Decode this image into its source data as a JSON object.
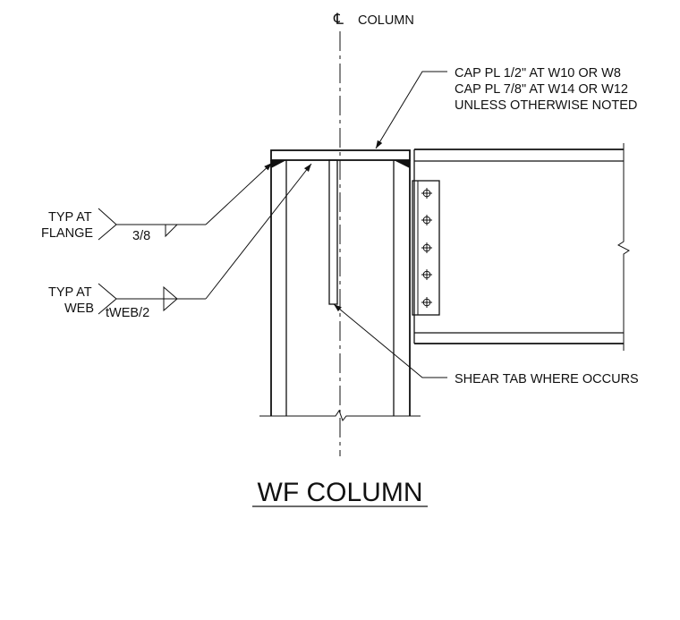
{
  "centerline": {
    "symbol": "℄",
    "label": "COLUMN"
  },
  "cap_plate_note": {
    "lines": [
      "CAP PL 1/2\" AT W10 OR W8",
      "CAP PL 7/8\" AT W14 OR W12",
      "UNLESS OTHERWISE NOTED"
    ]
  },
  "flange_weld": {
    "line1": "TYP AT",
    "line2": "FLANGE",
    "size": "3/8"
  },
  "web_weld": {
    "line1": "TYP AT",
    "line2": "WEB",
    "size": "tWEB/2"
  },
  "shear_tab_note": "SHEAR TAB WHERE OCCURS",
  "title": "WF COLUMN"
}
